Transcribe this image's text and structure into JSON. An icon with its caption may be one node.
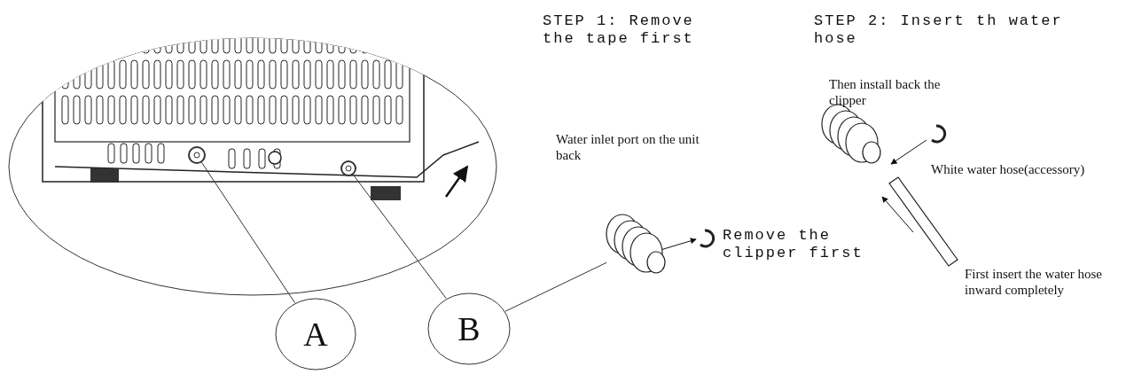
{
  "diagram": {
    "nodes": [
      {
        "text": [],
        "shape": "circle"
      },
      {
        "text": [],
        "shape": "circle"
      },
      {
        "text": [
          "A"
        ]
      },
      {
        "text": [
          "B"
        ]
      },
      {
        "text": [],
        "shape": "picture"
      }
    ],
    "edges": [
      {
        "from": 2,
        "to": 0,
        "arrow": "none"
      },
      {
        "from": 3,
        "to": 1,
        "arrow": "none"
      },
      {
        "from": 3,
        "to": 4,
        "arrow": "none"
      }
    ],
    "labels": [
      "STEP 1: Remove the tape first",
      "STEP 2: Insert th water hose",
      "Then install back the clipper",
      "Water inlet port on the unit back",
      "White water hose(accessory)",
      "Remove the clipper first",
      "First insert the water hose inward completely"
    ]
  }
}
